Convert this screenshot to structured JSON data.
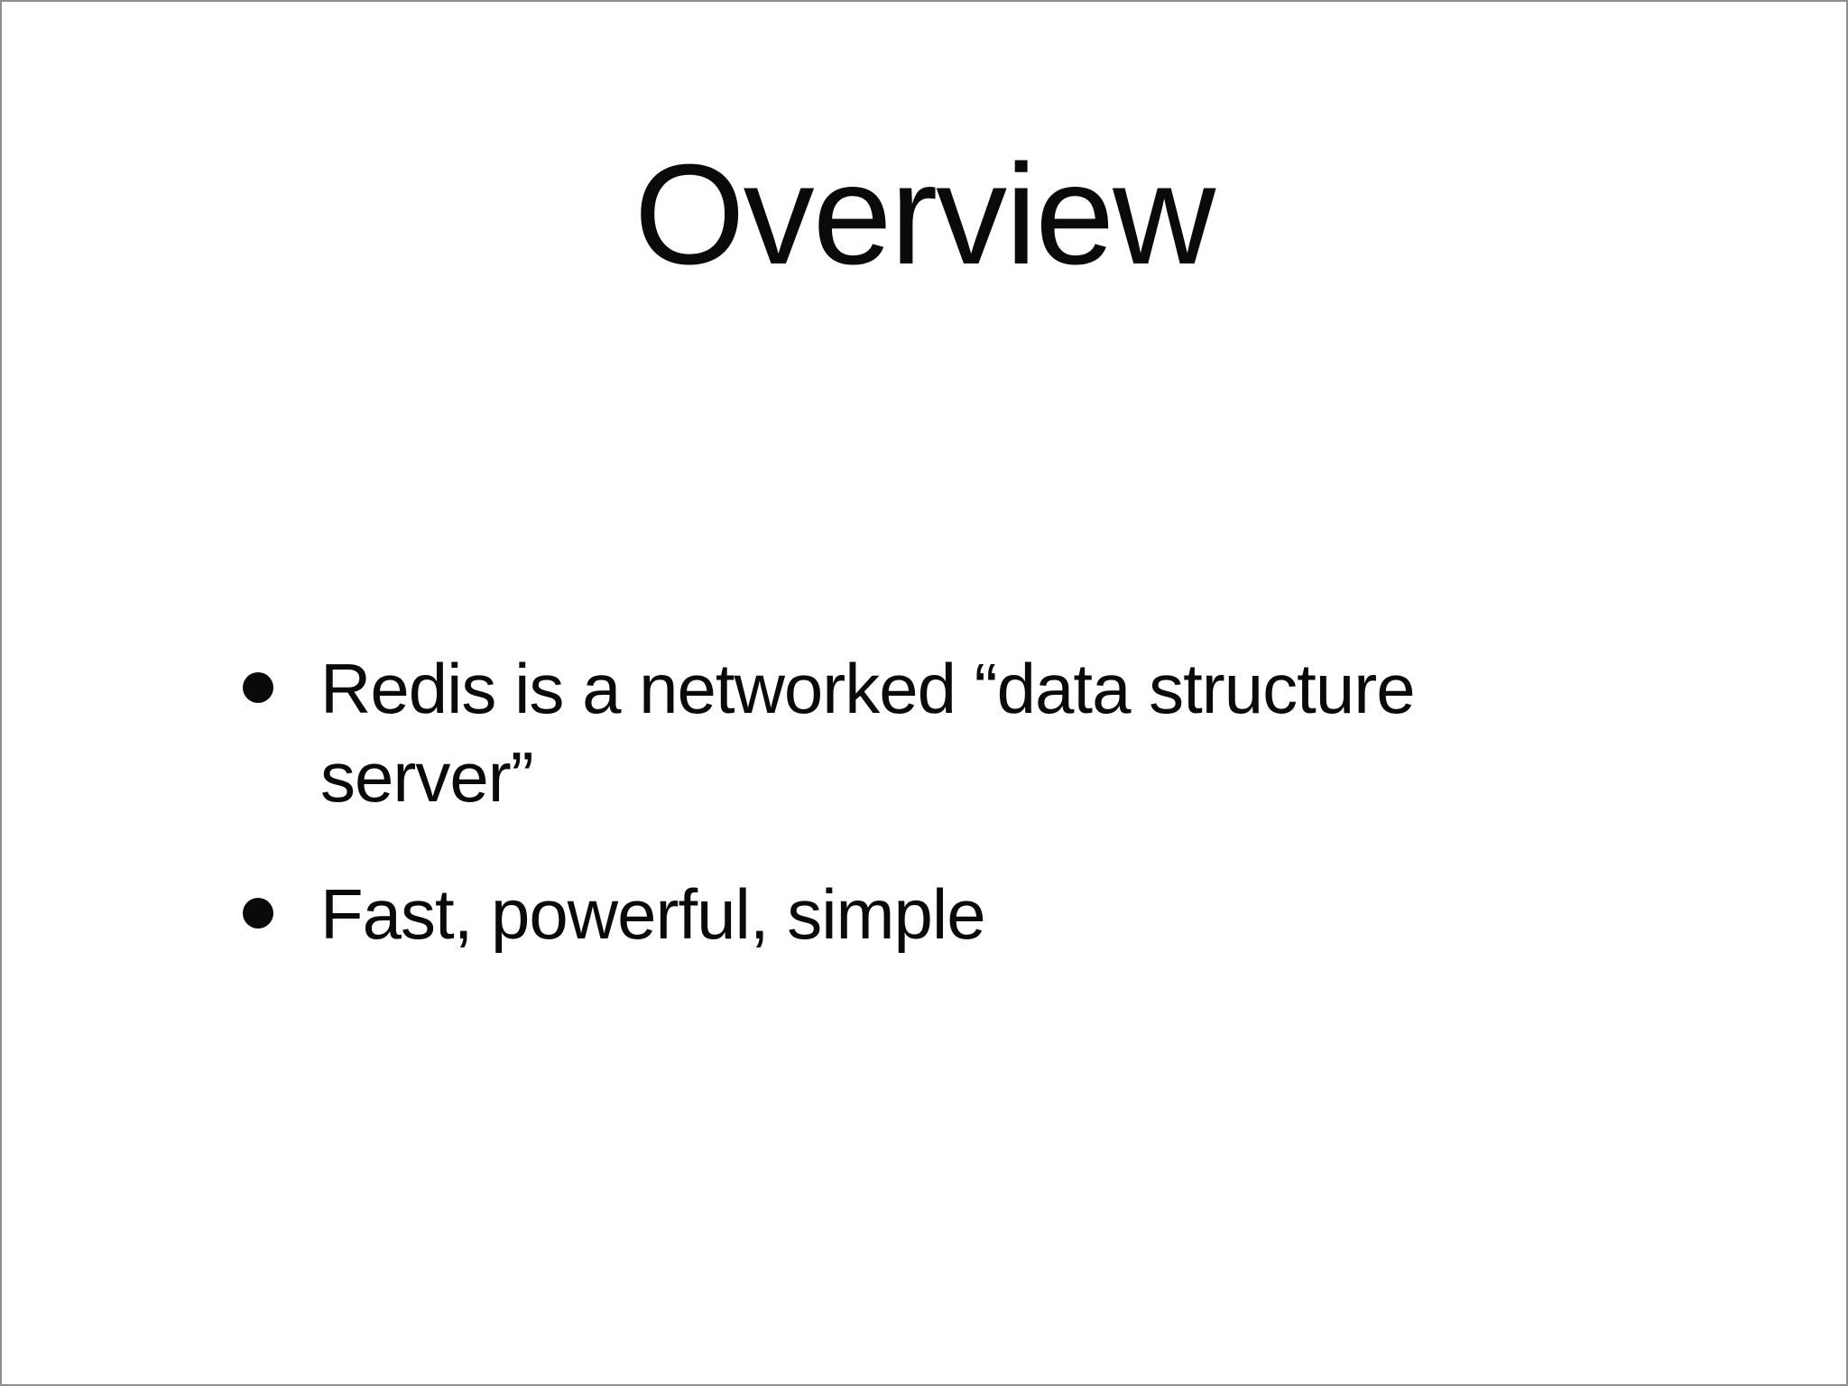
{
  "slide": {
    "title": "Overview",
    "bullets": [
      {
        "text": "Redis is a networked “data structure server”"
      },
      {
        "text": "Fast, powerful, simple"
      }
    ]
  },
  "colors": {
    "background": "#ffffff",
    "text": "#0a0a0a",
    "frame_border": "#8e8e8e",
    "bullet_dot": "#0a0a0a"
  }
}
